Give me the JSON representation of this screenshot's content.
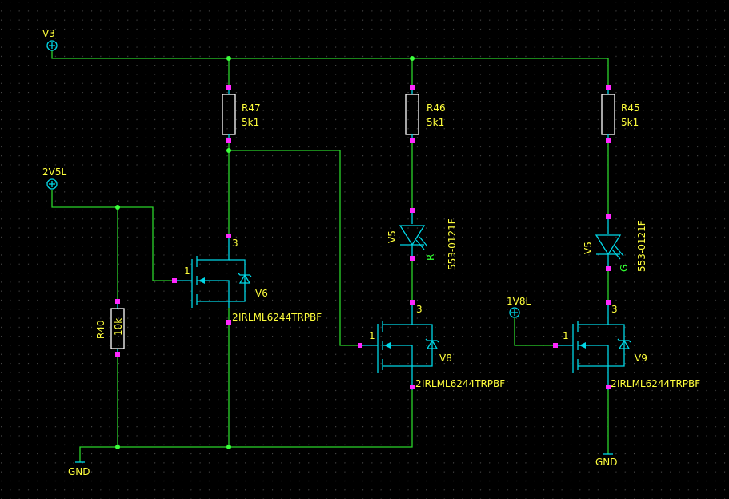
{
  "colors": {
    "background": "#000000",
    "wire": "#2bd42b",
    "symbol": "#00d7e6",
    "label": "#ffff3c",
    "pin": "#ff28ff"
  },
  "ports": {
    "v3": "V3",
    "v2v5l": "2V5L",
    "v1v8l": "1V8L",
    "gnd_left": "GND",
    "gnd_right": "GND"
  },
  "resistors": [
    {
      "ref": "R47",
      "value": "5k1"
    },
    {
      "ref": "R46",
      "value": "5k1"
    },
    {
      "ref": "R45",
      "value": "5k1"
    },
    {
      "ref": "R40",
      "value": "10k"
    }
  ],
  "leds": [
    {
      "ref": "V5",
      "part": "553-0121F",
      "color": "R"
    },
    {
      "ref": "V5",
      "part": "553-0121F",
      "color": "G"
    }
  ],
  "mosfets": [
    {
      "ref": "V6",
      "part": "IRLML6244TRPBF",
      "pin_g": "1",
      "pin_s": "2",
      "pin_d": "3"
    },
    {
      "ref": "V8",
      "part": "IRLML6244TRPBF",
      "pin_g": "1",
      "pin_s": "2",
      "pin_d": "3"
    },
    {
      "ref": "V9",
      "part": "IRLML6244TRPBF",
      "pin_g": "1",
      "pin_s": "2",
      "pin_d": "3"
    }
  ]
}
